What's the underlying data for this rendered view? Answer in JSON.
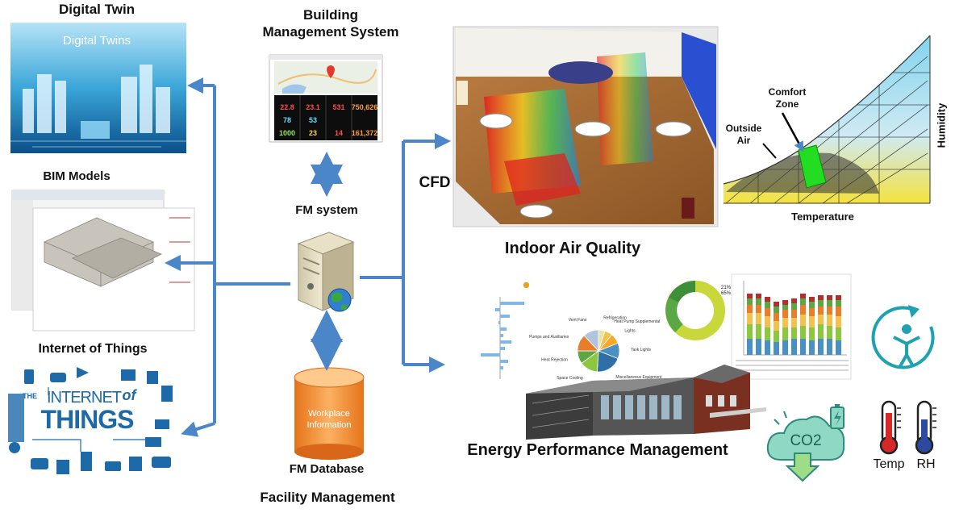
{
  "labels": {
    "digital_twin": "Digital Twin",
    "digital_twins_banner": "Digital Twins",
    "bim_models": "BIM Models",
    "iot": "Internet of Things",
    "iot_the": "THE",
    "iot_internet": "INTERNET",
    "iot_of": "of",
    "iot_things": "THINGS",
    "bms_line1": "Building",
    "bms_line2": "Management System",
    "fm_system": "FM system",
    "fm_database": "FM Database",
    "db_line1": "Workplace",
    "db_line2": "Information",
    "facility_management": "Facility Management",
    "cfd": "CFD",
    "indoor_air_quality": "Indoor Air Quality",
    "energy_performance": "Energy Performance Management",
    "comfort_zone_line1": "Comfort",
    "comfort_zone_line2": "Zone",
    "outside_air_line1": "Outside",
    "outside_air_line2": "Air",
    "temperature": "Temperature",
    "humidity": "Humidity",
    "co2": "CO2",
    "temp": "Temp",
    "rh": "RH"
  },
  "bms_tiles": [
    {
      "value": "22.8",
      "color": "#ff4d4d"
    },
    {
      "value": "23.1",
      "color": "#ff4d4d"
    },
    {
      "value": "531",
      "color": "#ff4d4d"
    },
    {
      "value": "750,626",
      "color": "#ff9d3b"
    },
    {
      "value": "78",
      "color": "#5ee0ff"
    },
    {
      "value": "53",
      "color": "#5ee0ff"
    },
    {
      "value": "1000",
      "color": "#9be15d"
    },
    {
      "value": "23",
      "color": "#ffd23f"
    },
    {
      "value": "14",
      "color": "#ff4d4d"
    },
    {
      "value": "161,372",
      "color": "#ff9d3b"
    }
  ],
  "energy_pie": {
    "segments": [
      "Refrigeration",
      "Heat Pump Supplemental",
      "Lights",
      "Task Lights",
      "Miscellaneous Equipment",
      "Space Cooling",
      "Heat Rejection",
      "Pumps and Auxiliaries",
      "Vent Fans"
    ],
    "values": [
      5,
      6,
      8,
      12,
      20,
      14,
      10,
      13,
      12
    ],
    "colors": [
      "#e8e3a2",
      "#f2c14e",
      "#f9a825",
      "#4a90c2",
      "#2e6fa8",
      "#8dc63f",
      "#5da643",
      "#e87d2c",
      "#b0c4de"
    ]
  },
  "donut_pct": {
    "a": "21%",
    "b": "65%"
  },
  "colors": {
    "arrow": "#4a86c8",
    "db_orange": "#f08a24",
    "teal": "#1fa2b0",
    "thermo_red": "#d62828",
    "thermo_blue": "#2b4aa0"
  }
}
